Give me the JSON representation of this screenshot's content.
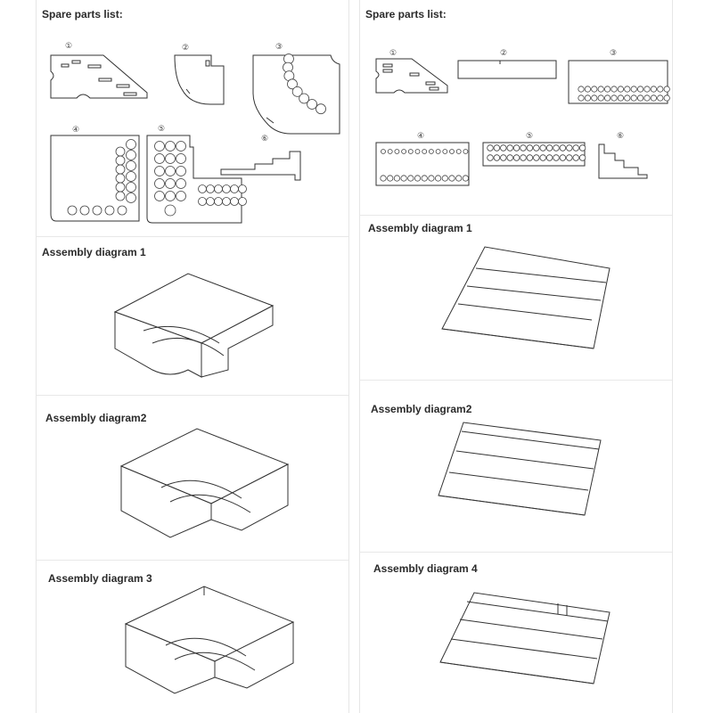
{
  "left": {
    "parts_title": "Spare parts list:",
    "part_numbers": [
      "①",
      "②",
      "③",
      "④",
      "⑤",
      "⑥"
    ],
    "diagrams": [
      "Assembly diagram 1",
      "Assembly diagram2",
      "Assembly diagram 3"
    ]
  },
  "right": {
    "parts_title": "Spare parts list:",
    "part_numbers": [
      "①",
      "②",
      "③",
      "④",
      "⑤",
      "⑥"
    ],
    "diagrams": [
      "Assembly diagram 1",
      "Assembly diagram2",
      "Assembly diagram 4"
    ]
  }
}
